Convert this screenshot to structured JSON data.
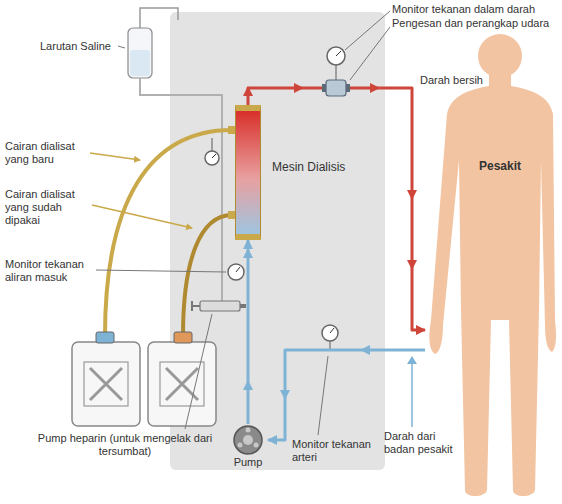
{
  "diagram": {
    "nodes": [
      {
        "text": [
          "Mesin Dialisis"
        ]
      },
      {
        "text": [
          "Pesakit"
        ]
      },
      {
        "text": [
          "Pump"
        ]
      }
    ],
    "edges": [
      {
        "from": 0,
        "to": 1,
        "arrow": "to"
      },
      {
        "from": 1,
        "to": 2,
        "arrow": "to"
      },
      {
        "from": 2,
        "to": 0,
        "arrow": "to"
      }
    ],
    "labels": [
      "Monitor tekanan dalam darah",
      "Pengesan dan perangkap udara",
      "Larutan Saline",
      "Darah bersih",
      "Cairan dialisat yang baru",
      "Cairan dialisat yang sudah dipakai",
      "Monitor tekanan aliran masuk",
      "Pump heparin (untuk mengelak dari tersumbat)",
      "Monitor tekanan arteri",
      "Darah dari badan pesakit"
    ]
  }
}
